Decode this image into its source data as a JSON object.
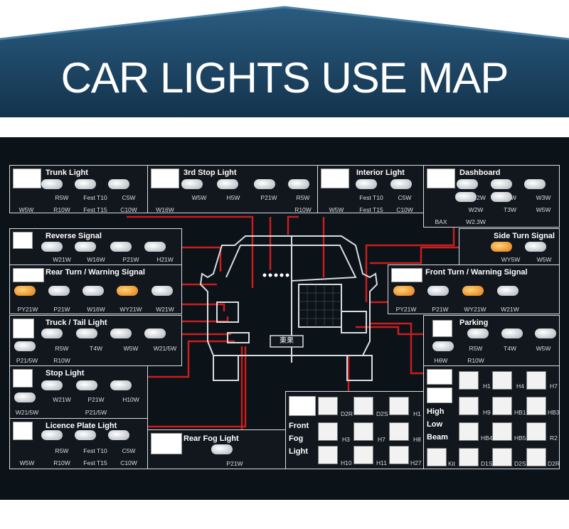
{
  "title": "CAR LIGHTS USE MAP",
  "car_plate": "東果",
  "colors": {
    "line": "#c81e1e",
    "frame": "#d8dde2",
    "panel": "#11171d",
    "bg": "#0b1218",
    "header": "#1d4766"
  },
  "boxes": {
    "trunk": {
      "title": "Trunk Light",
      "labels": [
        "R5W",
        "Fest T10",
        "C5W",
        "W5W",
        "R10W",
        "Fest T15",
        "C10W"
      ]
    },
    "stop3": {
      "title": "3rd Stop Light",
      "labels": [
        "W5W",
        "H5W",
        "P21W",
        "R5W",
        "W16W",
        "R10W"
      ]
    },
    "interior": {
      "title": "Interior Light",
      "labels": [
        "Fest T10",
        "C5W",
        "W5W",
        "Fest T15",
        "C10W"
      ]
    },
    "dashboard": {
      "title": "Dashboard",
      "labels": [
        "W1.2W",
        "T2W",
        "W3W",
        "W2W",
        "T3W",
        "W5W",
        "BAX",
        "W2.3W"
      ]
    },
    "reverse": {
      "title": "Reverse Signal",
      "labels": [
        "W21W",
        "W16W",
        "P21W",
        "H21W"
      ]
    },
    "side_turn": {
      "title": "Side Turn Signal",
      "labels": [
        "WY5W",
        "W5W"
      ]
    },
    "rear_turn": {
      "title": "Rear Turn / Warning Signal",
      "labels": [
        "PY21W",
        "P21W",
        "W16W",
        "WY21W",
        "W21W"
      ]
    },
    "front_turn": {
      "title": "Front Turn / Warning Signal",
      "labels": [
        "PY21W",
        "P21W",
        "WY21W",
        "W21W"
      ]
    },
    "truck_tail": {
      "title": "Truck / Tail Light",
      "labels": [
        "R5W",
        "T4W",
        "W5W",
        "W21/5W",
        "P21/5W",
        "R10W"
      ]
    },
    "parking": {
      "title": "Parking",
      "labels": [
        "R5W",
        "T4W",
        "W5W",
        "H6W",
        "R10W"
      ]
    },
    "stop": {
      "title": "Stop Light",
      "labels": [
        "W21W",
        "P21W",
        "H10W",
        "W21/5W",
        "P21/5W"
      ]
    },
    "licence": {
      "title": "Licence Plate Light",
      "labels": [
        "R5W",
        "Fest T10",
        "C5W",
        "W5W",
        "R10W",
        "Fest T15",
        "C10W"
      ]
    },
    "rear_fog": {
      "title": "Rear Fog Light",
      "labels": [
        "P21W"
      ]
    },
    "front_fog": {
      "title_lines": [
        "Front",
        "Fog",
        "Light"
      ],
      "labels": [
        "D2R",
        "D2S",
        "H1",
        "H3",
        "H7",
        "H8",
        "H10",
        "H11",
        "H27"
      ]
    },
    "high_low": {
      "title_lines": [
        "High",
        "Low",
        "Beam"
      ],
      "labels": [
        "H1",
        "H4",
        "H7",
        "H9",
        "HB1",
        "HB3",
        "HB4",
        "HB5",
        "R2",
        "Kit",
        "D1S",
        "D2S",
        "D2R"
      ]
    }
  }
}
